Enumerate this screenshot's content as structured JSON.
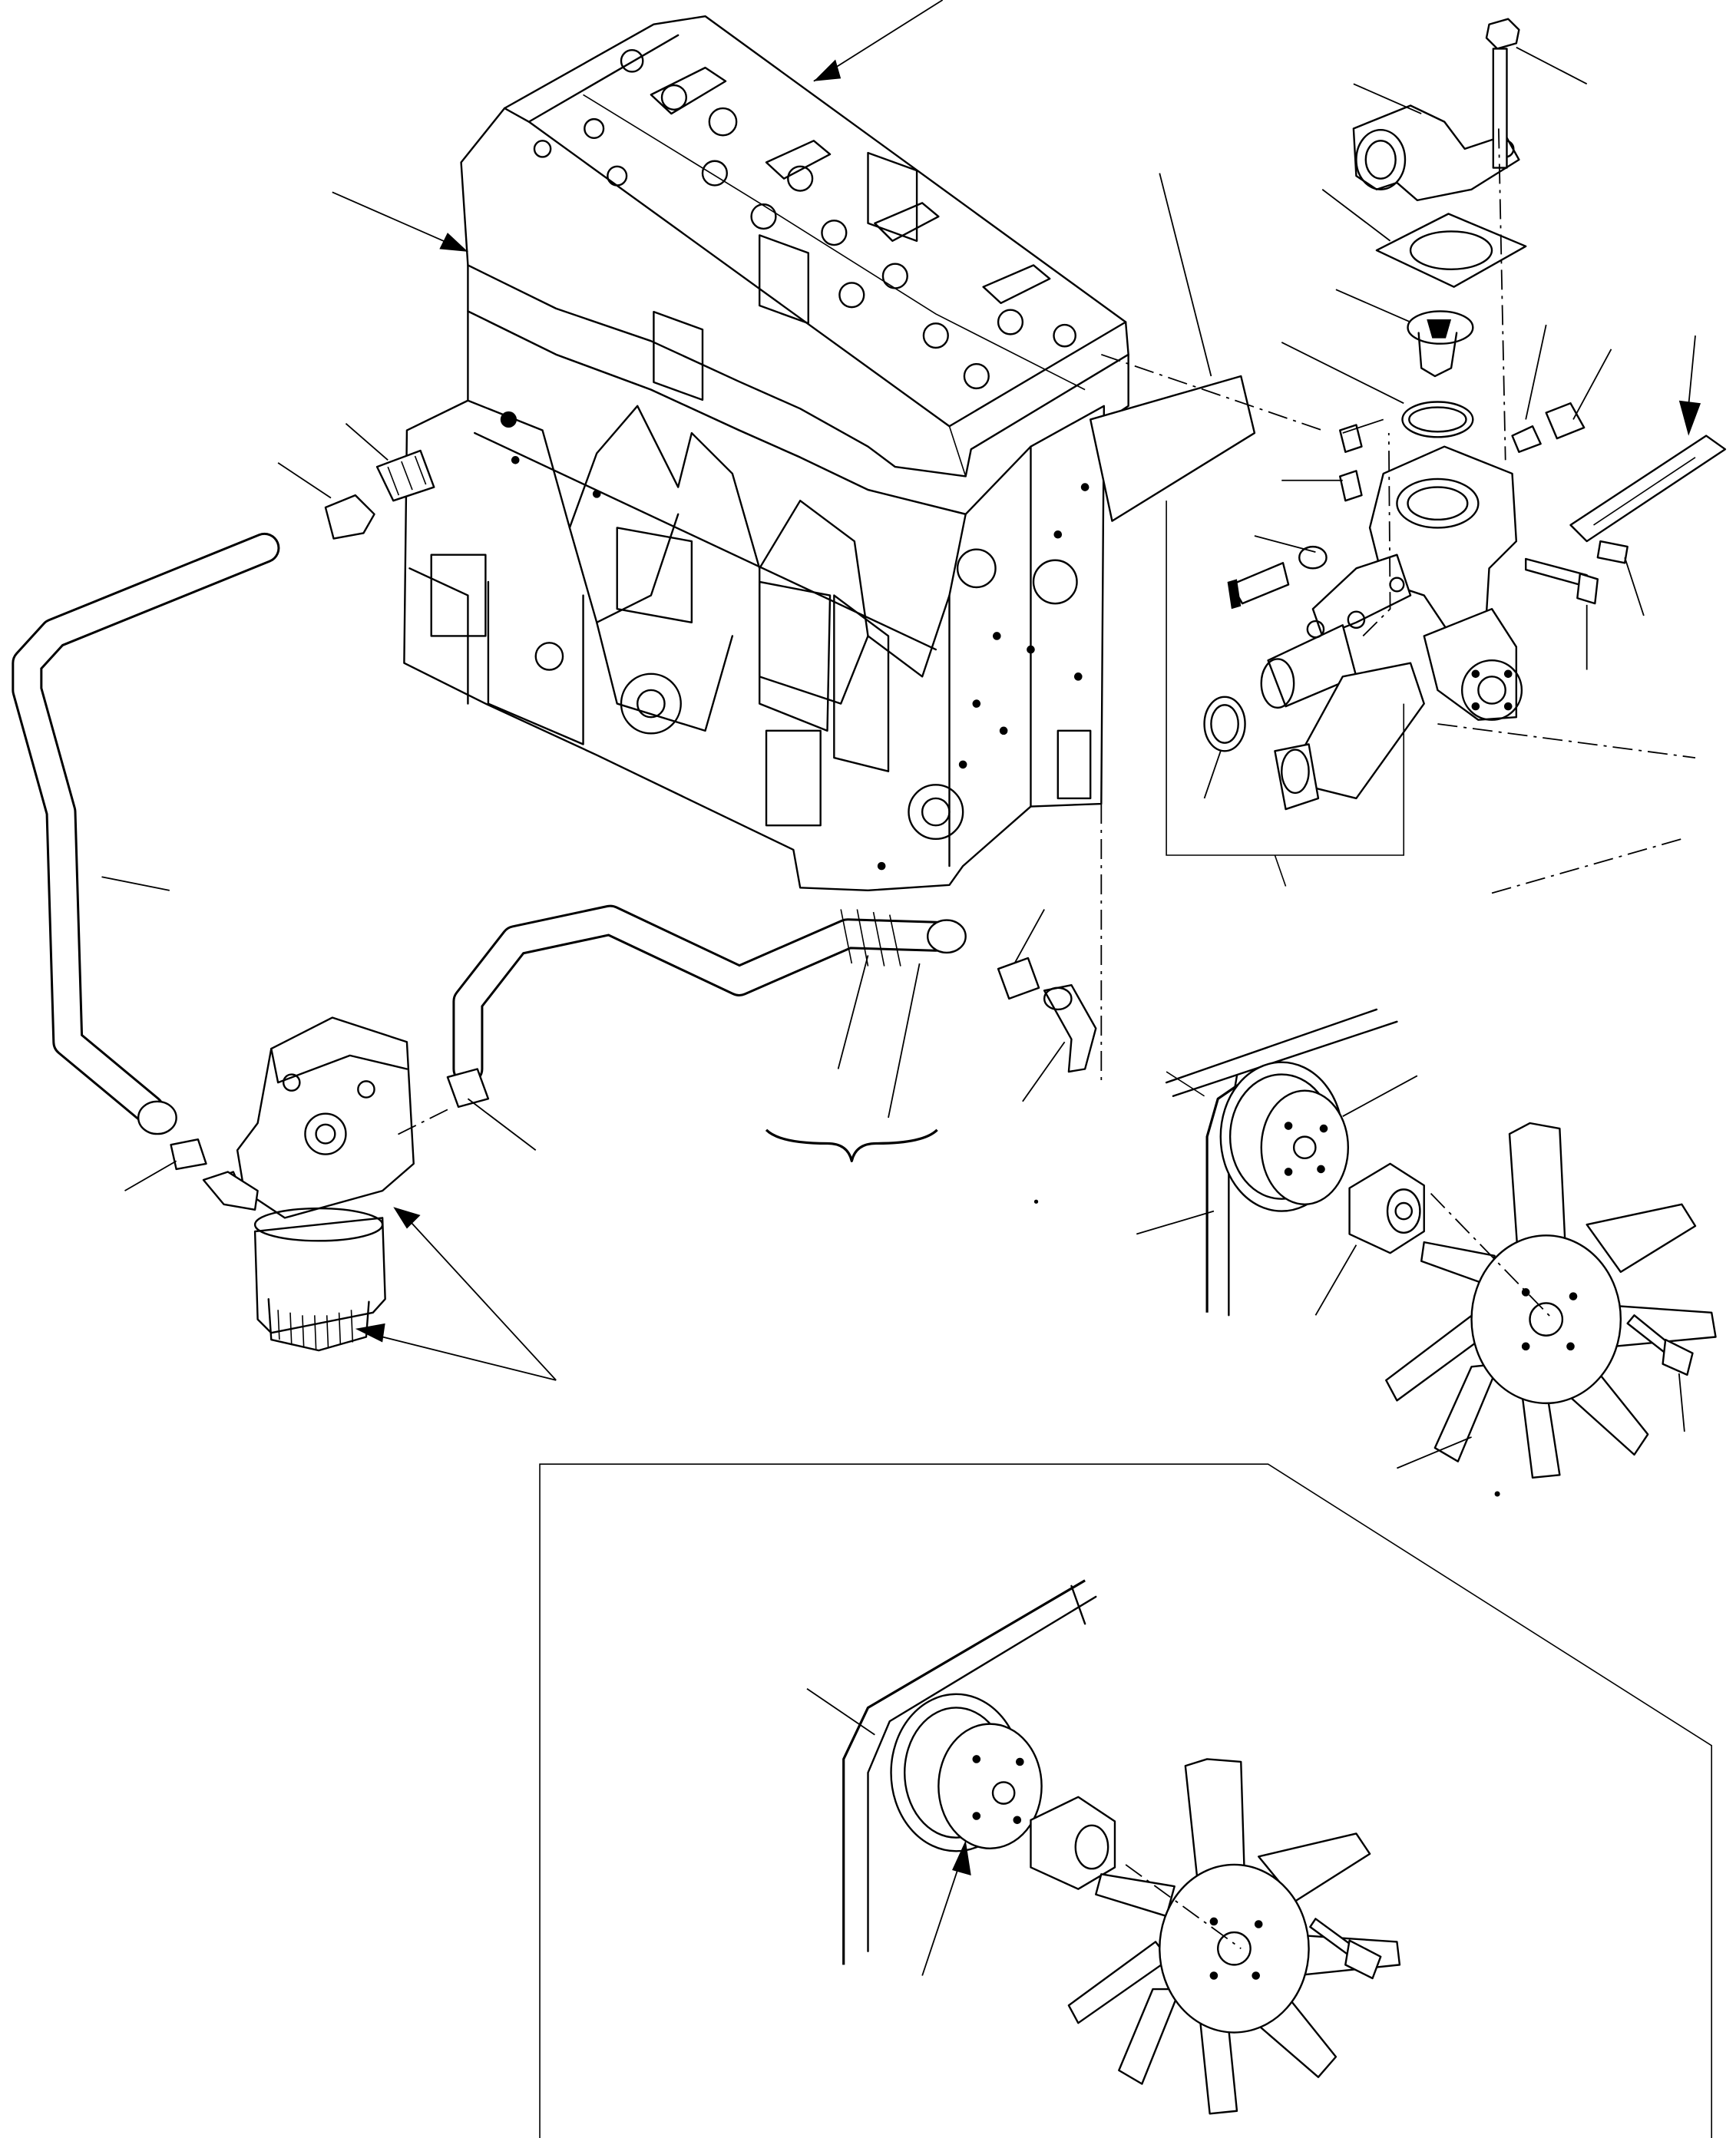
{
  "figure": {
    "type": "exploded-parts-diagram",
    "text_labels": [],
    "colors": {
      "ink": "#000000",
      "paper": "#ffffff"
    }
  },
  "components": [
    "cylinder-head",
    "cylinder-block",
    "thermostat-cover",
    "thermostat-gasket",
    "thermostat",
    "thermostat-o-ring",
    "water-pump",
    "water-pump-gasket",
    "temperature-sensor",
    "coolant-pipe",
    "oil-filter-head",
    "oil-filter-cartridge",
    "hose-clamps",
    "upper-hose",
    "lower-hose",
    "elbow-fitting",
    "fan-belt",
    "fan-pulley",
    "fan-spacer",
    "fan",
    "fan-bolt",
    "adjusting-bracket"
  ]
}
